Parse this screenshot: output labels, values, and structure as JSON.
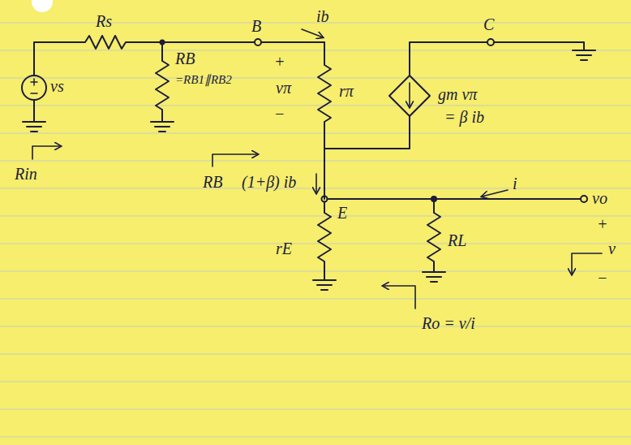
{
  "diagram": {
    "labels": [
      "Rs",
      "vs",
      "B",
      "ib",
      "C",
      "RB",
      "=RB1∥RB2",
      "+",
      "vπ",
      "−",
      "rπ",
      "gm vπ",
      "= β ib",
      "Rin",
      "RB",
      "(1+β) ib",
      "E",
      "i",
      "vo",
      "+",
      "v",
      "−",
      "rE",
      "RL",
      "Ro = v/i"
    ]
  }
}
